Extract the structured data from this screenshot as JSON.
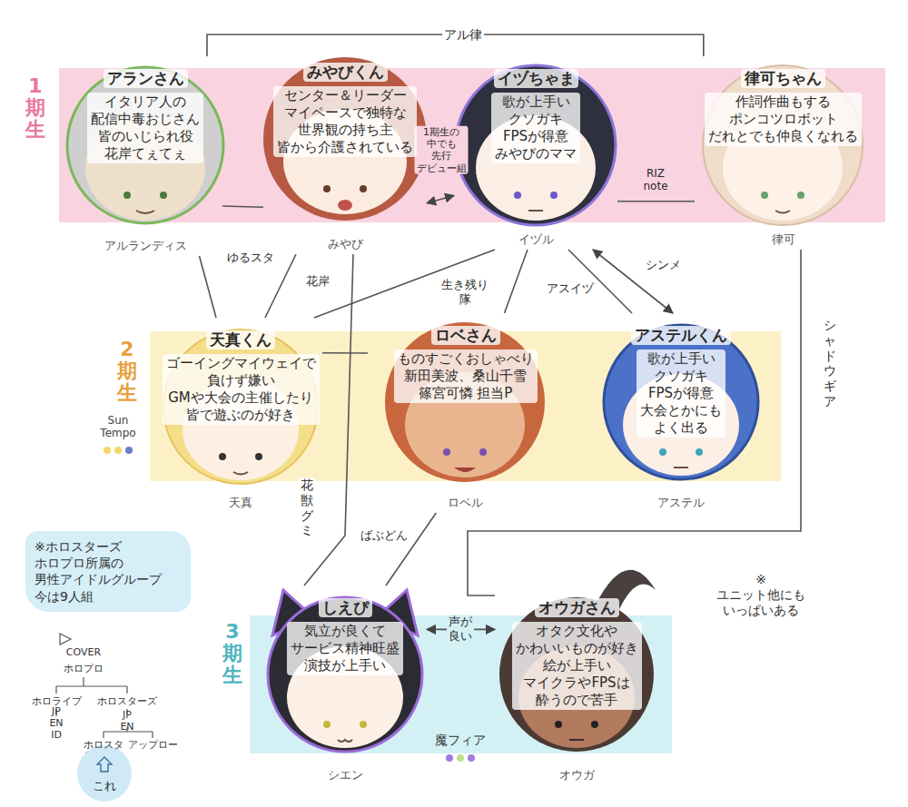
{
  "diagram": {
    "nodes": [
      {
        "text": [
          "1期生"
        ]
      },
      {
        "text": [
          "アランさん",
          "イタリア人の 配信中毒おじさん 皆のいじられ役 花岸てぇてぇ",
          "アルランディス"
        ],
        "in": 0
      },
      {
        "text": [
          "みやびくん",
          "センター＆リーダー マイペースで独特な 世界観の持ち主 皆から介護されている",
          "みやび"
        ],
        "in": 0
      },
      {
        "text": [
          "イヅちゃま",
          "歌が上手い クソガキ FPSが得意 みやびのママ",
          "イヅル"
        ],
        "in": 0
      },
      {
        "text": [
          "律可ちゃん",
          "作詞作曲もする ポンコツロボット だれとでも仲良くなれる",
          "律可"
        ],
        "in": 0
      },
      {
        "text": [
          "2期生"
        ]
      },
      {
        "text": [
          "天真くん",
          "ゴーイングマイウェイで 負けず嫌い GMや大会の主催したり 皆で遊ぶのが好き",
          "天真"
        ],
        "in": 5
      },
      {
        "text": [
          "ロベさん",
          "ものすごくおしゃべり 新田美波、桑山千雪 篠宮可憐 担当P",
          "ロベル"
        ],
        "in": 5
      },
      {
        "text": [
          "アステルくん",
          "歌が上手い クソガキ FPSが得意 大会とかにも よく出る",
          "アステル"
        ],
        "in": 5
      },
      {
        "text": [
          "3期生"
        ]
      },
      {
        "text": [
          "しえぴ",
          "気立が良くて サービス精神旺盛 演技が上手い",
          "シエン"
        ],
        "in": 9
      },
      {
        "text": [
          "オウガさん",
          "オタク文化や かわいいものが好き 絵が上手い マイクラやFPSは 酔うので苦手",
          "オウガ"
        ],
        "in": 9
      },
      {
        "text": [
          "※ホロスターズ ホロプロ所属の 男性アイドルグループ 今は9人組"
        ]
      },
      {
        "text": [
          "これ"
        ]
      }
    ],
    "edges": [
      {
        "from": 1,
        "to": 4,
        "arrow": "none",
        "label": "アル律"
      },
      {
        "from": 1,
        "to": 2,
        "arrow": "none"
      },
      {
        "from": 2,
        "to": 3,
        "arrow": "both",
        "label": "1期生の 中でも 先行 デビュー組"
      },
      {
        "from": 3,
        "to": 4,
        "arrow": "none",
        "label": "RIZ note"
      },
      {
        "from": 1,
        "to": 6,
        "arrow": "none",
        "label": "ゆるスタ"
      },
      {
        "from": 2,
        "to": 6,
        "arrow": "none",
        "label": "花岸"
      },
      {
        "from": 3,
        "to": 6,
        "arrow": "none"
      },
      {
        "from": 3,
        "to": 7,
        "arrow": "none",
        "label": "生き残り 隊"
      },
      {
        "from": 3,
        "to": 8,
        "arrow": "both",
        "label": "シンメ"
      },
      {
        "from": 3,
        "to": 8,
        "arrow": "none",
        "label": "アスイヅ"
      },
      {
        "from": 6,
        "to": 7,
        "arrow": "none"
      },
      {
        "from": 2,
        "to": 10,
        "arrow": "none",
        "label": "花獣グミ"
      },
      {
        "from": 7,
        "to": 10,
        "arrow": "none",
        "label": "ばぶどん"
      },
      {
        "from": 4,
        "to": 11,
        "arrow": "none",
        "label": "シャドウギア"
      },
      {
        "from": 10,
        "to": 11,
        "arrow": "both",
        "label": "声が 良い"
      }
    ],
    "labels": [
      "Sun Tempo",
      "魔フィア",
      "※ユニット他にも いっぱいある",
      "COVER",
      "ホロプロ",
      "ホロライブ",
      "ホロスターズ",
      "JP EN ID",
      "JP EN",
      "ホロスタ",
      "アップロー"
    ]
  }
}
